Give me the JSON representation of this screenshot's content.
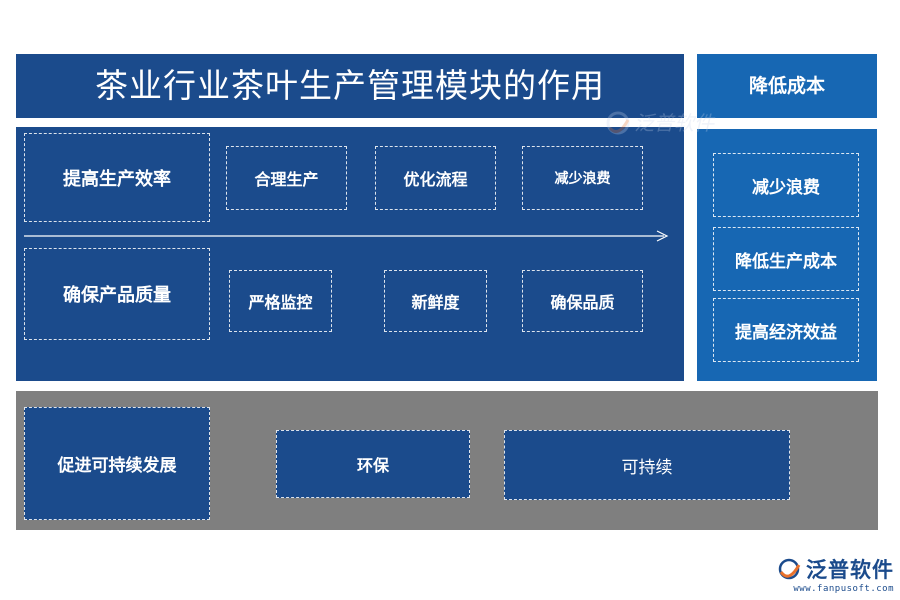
{
  "title": "茶业行业茶叶生产管理模块的作用",
  "side": {
    "header": "降低成本",
    "items": [
      "减少浪费",
      "降低生产成本",
      "提高经济效益"
    ]
  },
  "row1": {
    "main": "提高生产效率",
    "items": [
      "合理生产",
      "优化流程",
      "减少浪费"
    ]
  },
  "row2": {
    "main": "确保产品质量",
    "items": [
      "严格监控",
      "新鲜度",
      "确保品质"
    ]
  },
  "bottom": {
    "main": "促进可持续发展",
    "items": [
      "环保",
      "可持续"
    ]
  },
  "brand": {
    "name": "泛普软件",
    "url": "www.fanpusoft.com"
  },
  "colors": {
    "dark_blue": "#1b4b8c",
    "mid_blue": "#1767b3",
    "gray": "#7f7f7f",
    "logo_orange": "#e8712c"
  }
}
